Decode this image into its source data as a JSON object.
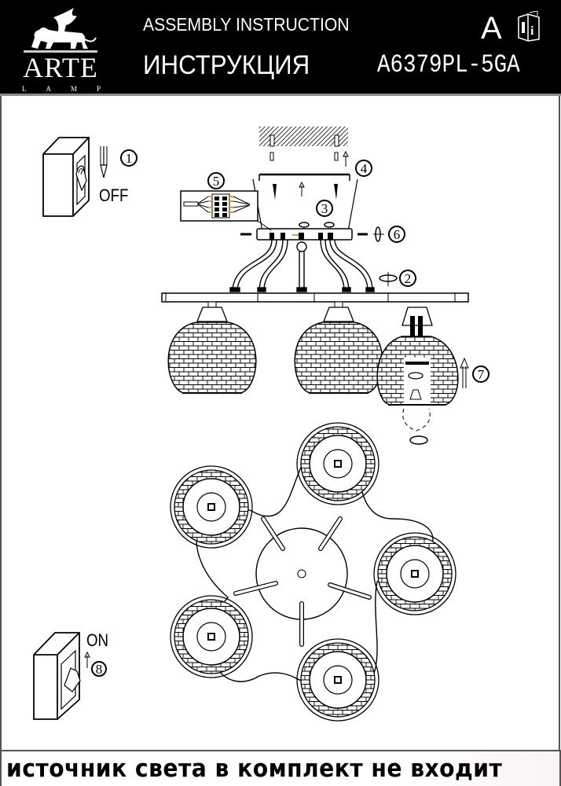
{
  "header": {
    "brand": "ARTE",
    "brand_sub": [
      "L",
      "A",
      "M",
      "P"
    ],
    "title_en": "ASSEMBLY INSTRUCTION",
    "title_ru": "ИНСТРУКЦИЯ",
    "lang_badge": "A",
    "info_icon": "info-book-icon",
    "model": "A6379PL-5GA"
  },
  "steps": [
    {
      "number": "1",
      "label": "switch off power"
    },
    {
      "number": "2",
      "label": "rotate fixing nut"
    },
    {
      "number": "3",
      "label": "mounting plate"
    },
    {
      "number": "4",
      "label": "ceiling fixing"
    },
    {
      "number": "5",
      "label": "wiring terminal block"
    },
    {
      "number": "6",
      "label": "side screws"
    },
    {
      "number": "7",
      "label": "install bulb and shade"
    },
    {
      "number": "8",
      "label": "switch on power"
    }
  ],
  "switch_off": {
    "text": "OFF"
  },
  "switch_on": {
    "text": "ON"
  },
  "footer": {
    "notice": "источник света в комплект не входит"
  }
}
